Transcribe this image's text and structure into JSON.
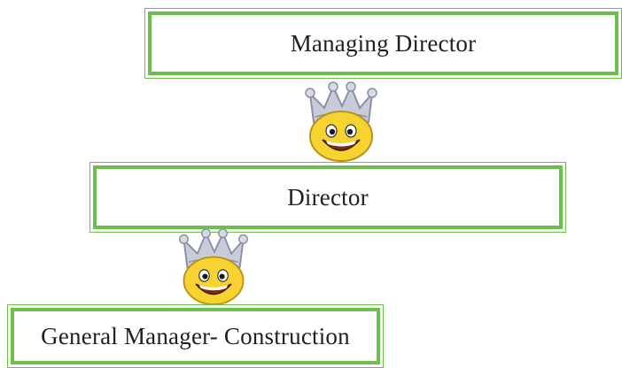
{
  "boxes": {
    "managing_director": "Managing Director",
    "director": "Director",
    "general_manager": "General Manager- Construction"
  },
  "icons": {
    "first": "crowned-smiley-icon",
    "second": "crowned-smiley-icon"
  },
  "colors": {
    "border_green": "#6cbf4a",
    "text": "#231f20",
    "face_yellow": "#f6d330",
    "crown_silver": "#b8bfcf"
  }
}
